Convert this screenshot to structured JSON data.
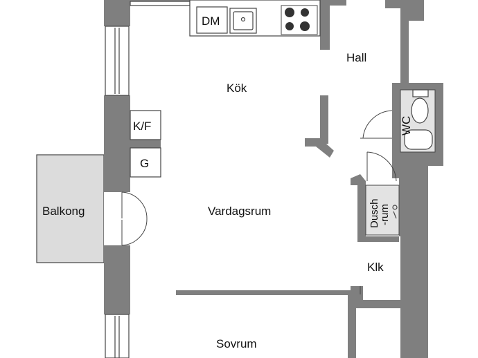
{
  "rooms": {
    "kitchen": "Kök",
    "hall": "Hall",
    "living": "Vardagsrum",
    "bedroom": "Sovrum",
    "balcony": "Balkong",
    "closet": "Klk",
    "wc": "WC",
    "shower_line1": "Dusch",
    "shower_line2": "-rum"
  },
  "fixtures": {
    "dishwasher": "DM",
    "fridge_freezer": "K/F",
    "wardrobe": "G"
  }
}
